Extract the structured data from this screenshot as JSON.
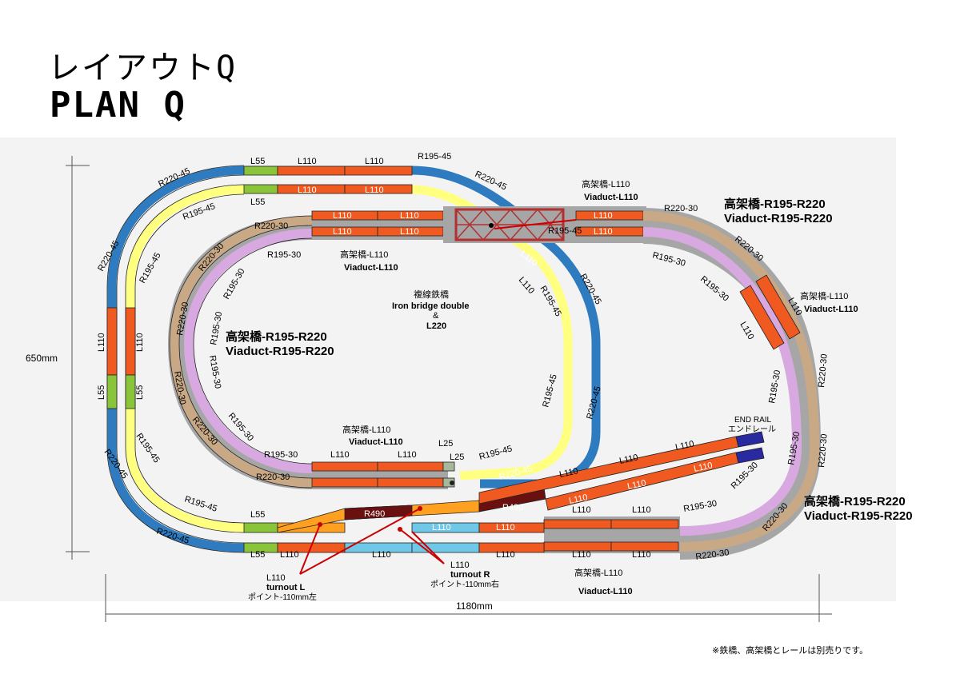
{
  "title_ja": "レイアウトQ",
  "title_en": "PLAN Q",
  "dimensions": {
    "width": "1180mm",
    "height": "650mm"
  },
  "colors": {
    "outer_curve": "#2f7bbf",
    "inner_curve": "#ffff80",
    "viaduct_curve": "#c9a985",
    "viaduct_curve_inner": "#d8a8e0",
    "straight": "#f05a20",
    "short_straight": "#8ac43a",
    "turnout_l": "#ffa020",
    "turnout_r": "#70c8e8",
    "r490": "#6a1010",
    "iron_bridge": "#b23030",
    "viaduct_base": "#a0a0a0",
    "end_rail": "#2a2aa0",
    "leader": "#cc0000"
  },
  "track_labels": [
    {
      "id": "l55-top1",
      "text": "L55"
    },
    {
      "id": "l55-top2",
      "text": "L55"
    },
    {
      "id": "l110-top1",
      "text": "L110"
    },
    {
      "id": "l110-top2",
      "text": "L110"
    },
    {
      "id": "l110-top3",
      "text": "L110"
    },
    {
      "id": "l110-top4",
      "text": "L110"
    },
    {
      "id": "r195-45-top",
      "text": "R195-45"
    },
    {
      "id": "r220-45-top-l",
      "text": "R220-45"
    },
    {
      "id": "r220-45-top-r",
      "text": "R220-45"
    },
    {
      "id": "r195-45-left",
      "text": "R195-45"
    },
    {
      "id": "r220-45-left",
      "text": "R220-45"
    },
    {
      "id": "r195-45-left2",
      "text": "R195-45"
    },
    {
      "id": "l110-left1",
      "text": "L110"
    },
    {
      "id": "l110-left2",
      "text": "L110"
    },
    {
      "id": "l55-left1",
      "text": "L55"
    },
    {
      "id": "l55-left2",
      "text": "L55"
    },
    {
      "id": "r195-45-bl",
      "text": "R195-45"
    },
    {
      "id": "r220-45-bl",
      "text": "R220-45"
    },
    {
      "id": "r195-45-bl2",
      "text": "R195-45"
    },
    {
      "id": "r220-45-bl2",
      "text": "R220-45"
    },
    {
      "id": "l55-bot1",
      "text": "L55"
    },
    {
      "id": "l55-bot2",
      "text": "L55"
    },
    {
      "id": "l110-bot1",
      "text": "L110"
    },
    {
      "id": "l110-bot2",
      "text": "L110"
    },
    {
      "id": "r490-1",
      "text": "R490"
    },
    {
      "id": "r490-2",
      "text": "R490"
    },
    {
      "id": "l110-turn",
      "text": "L110"
    },
    {
      "id": "l110-bot3",
      "text": "L110"
    },
    {
      "id": "l110-bot4",
      "text": "L110"
    },
    {
      "id": "l110-bot5",
      "text": "L110"
    },
    {
      "id": "l110-bot6",
      "text": "L110"
    },
    {
      "id": "l110-bot7",
      "text": "L110"
    },
    {
      "id": "l110-bot8",
      "text": "L110"
    },
    {
      "id": "l110-diag1",
      "text": "L110"
    },
    {
      "id": "l110-diag2",
      "text": "L110"
    },
    {
      "id": "l110-diag3",
      "text": "L110"
    },
    {
      "id": "l110-diag4",
      "text": "L110"
    },
    {
      "id": "l110-diag5",
      "text": "L110"
    },
    {
      "id": "l110-diag6",
      "text": "L110"
    },
    {
      "id": "r195-30-br1",
      "text": "R195-30"
    },
    {
      "id": "r195-30-br2",
      "text": "R195-30"
    },
    {
      "id": "r220-30-br1",
      "text": "R220-30"
    },
    {
      "id": "r220-30-br2",
      "text": "R220-30"
    },
    {
      "id": "r195-30-r1",
      "text": "R195-30"
    },
    {
      "id": "r195-30-r2",
      "text": "R195-30"
    },
    {
      "id": "r220-30-r1",
      "text": "R220-30"
    },
    {
      "id": "r220-30-r2",
      "text": "R220-30"
    },
    {
      "id": "r220-30-tr1",
      "text": "R220-30"
    },
    {
      "id": "r220-30-tr2",
      "text": "R220-30"
    },
    {
      "id": "r195-30-tr1",
      "text": "R195-30"
    },
    {
      "id": "r195-30-tr2",
      "text": "R195-30"
    },
    {
      "id": "l110-r1",
      "text": "L110"
    },
    {
      "id": "l110-r2",
      "text": "L110"
    },
    {
      "id": "l110-via1",
      "text": "L110"
    },
    {
      "id": "l110-via2",
      "text": "L110"
    },
    {
      "id": "l110-in1",
      "text": "L110"
    },
    {
      "id": "l110-in2",
      "text": "L110"
    },
    {
      "id": "l110-in3",
      "text": "L110"
    },
    {
      "id": "l110-in4",
      "text": "L110"
    },
    {
      "id": "r220-30-in1",
      "text": "R220-30"
    },
    {
      "id": "r195-30-in1",
      "text": "R195-30"
    },
    {
      "id": "r220-30-in2",
      "text": "R220-30"
    },
    {
      "id": "r195-30-in2",
      "text": "R195-30"
    },
    {
      "id": "r220-30-in3",
      "text": "R220-30"
    },
    {
      "id": "r195-30-in3",
      "text": "R195-30"
    },
    {
      "id": "r220-30-in4",
      "text": "R220-30"
    },
    {
      "id": "r195-30-in4",
      "text": "R195-30"
    },
    {
      "id": "r220-30-in5",
      "text": "R220-30"
    },
    {
      "id": "r195-30-in5",
      "text": "R195-30"
    },
    {
      "id": "r220-30-in6",
      "text": "R220-30"
    },
    {
      "id": "r195-30-in6",
      "text": "R195-30"
    },
    {
      "id": "l110-inb1",
      "text": "L110"
    },
    {
      "id": "l110-inb2",
      "text": "L110"
    },
    {
      "id": "l25-1",
      "text": "L25"
    },
    {
      "id": "l25-2",
      "text": "L25"
    },
    {
      "id": "r195-45-inr",
      "text": "R195-45"
    },
    {
      "id": "r220-45-inr",
      "text": "R220-45"
    },
    {
      "id": "r195-45-inr2",
      "text": "R195-45"
    },
    {
      "id": "r220-45-inr2",
      "text": "R220-45"
    },
    {
      "id": "r195-45-inr3",
      "text": "R195-45"
    },
    {
      "id": "r220-45-inr3",
      "text": "R220-45"
    },
    {
      "id": "l110-br1",
      "text": "L110"
    },
    {
      "id": "l110-br2",
      "text": "L110"
    },
    {
      "id": "r195-45-br",
      "text": "R195-45"
    }
  ],
  "annotations": {
    "viaduct_l110_top_ja": "高架橋-L110",
    "viaduct_l110_top_en": "Viaduct-L110",
    "viaduct_r_top_ja": "高架橋-R195-R220",
    "viaduct_r_top_en": "Viaduct-R195-R220",
    "viaduct_l110_in_ja": "高架橋-L110",
    "viaduct_l110_in_en": "Viaduct-L110",
    "iron_bridge_ja": "複線鉄橋",
    "iron_bridge_en": "Iron bridge double",
    "iron_bridge_amp": "&",
    "iron_bridge_len": "L220",
    "viaduct_l110_right_ja": "高架橋-L110",
    "viaduct_l110_right_en": "Viaduct-L110",
    "viaduct_r_left_ja": "高架橋-R195-R220",
    "viaduct_r_left_en": "Viaduct-R195-R220",
    "viaduct_l110_inner_ja": "高架橋-L110",
    "viaduct_l110_inner_en": "Viaduct-L110",
    "end_rail_en": "END RAIL",
    "end_rail_ja": "エンドレール",
    "viaduct_r_br_ja": "高架橋-R195-R220",
    "viaduct_r_br_en": "Viaduct-R195-R220",
    "viaduct_l110_bot_ja": "高架橋-L110",
    "viaduct_l110_bot_en": "Viaduct-L110",
    "turnout_l_1": "L110",
    "turnout_l_2": "turnout L",
    "turnout_l_3": "ポイント-110mm左",
    "turnout_r_1": "L110",
    "turnout_r_2": "turnout R",
    "turnout_r_3": "ポイント-110mm右"
  },
  "footnote": "※鉄橋、高架橋とレールは別売りです。"
}
